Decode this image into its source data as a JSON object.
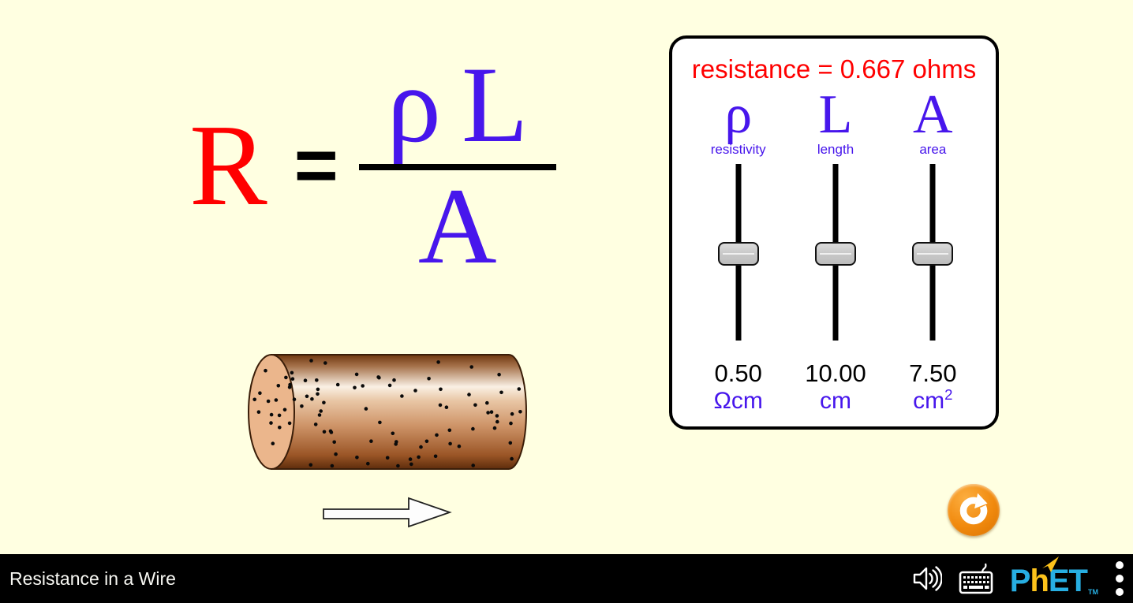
{
  "colors": {
    "background": "#FFFFE1",
    "accent_red": "#FF0000",
    "accent_violet": "#4716EC",
    "panel_background": "#FFFFFF",
    "navbar_background": "#000000",
    "reset_orange": "#F18A0E",
    "phet_cyan": "#27AEE2",
    "phet_yellow": "#FCC21B"
  },
  "formula": {
    "lhs": "R",
    "equals": "=",
    "numerator": [
      "ρ",
      "L"
    ],
    "denominator": "A"
  },
  "panel": {
    "readout": "resistance = 0.667 ohms",
    "sliders": [
      {
        "symbol": "ρ",
        "label": "resistivity",
        "value": "0.50",
        "unit_base": "Ωcm",
        "unit_sup": ""
      },
      {
        "symbol": "L",
        "label": "length",
        "value": "10.00",
        "unit_base": "cm",
        "unit_sup": ""
      },
      {
        "symbol": "A",
        "label": "area",
        "value": "7.50",
        "unit_base": "cm",
        "unit_sup": "2"
      }
    ]
  },
  "wire": {
    "dot_count_body": 82,
    "dot_count_cap": 12
  },
  "icons": {
    "reset": "reset-icon",
    "sound": "sound-icon",
    "keyboard": "keyboard-icon",
    "menu": "kebab-menu-icon"
  },
  "navbar": {
    "title": "Resistance in a Wire",
    "phet_logo": {
      "p": "P",
      "h": "h",
      "et": "ET",
      "tm": "TM"
    }
  }
}
